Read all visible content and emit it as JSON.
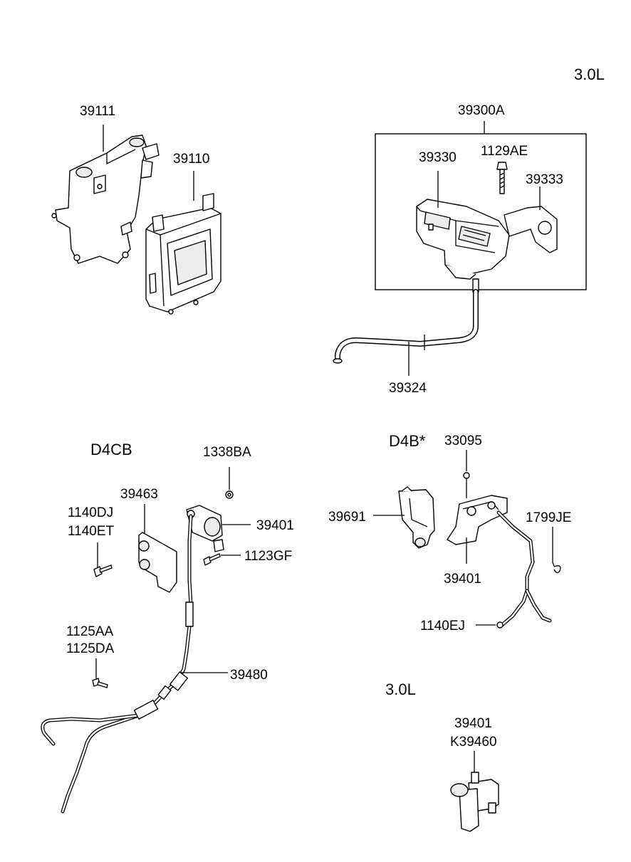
{
  "variants": {
    "top_right": "3.0L",
    "d4cb": "D4CB",
    "d4b": "D4B*",
    "bottom_right": "3.0L"
  },
  "labels": {
    "p39111": "39111",
    "p39110": "39110",
    "p39300A": "39300A",
    "p39330": "39330",
    "p1129AE": "1129AE",
    "p39333": "39333",
    "p39324": "39324",
    "p1338BA": "1338BA",
    "p39463": "39463",
    "p1140DJ": "1140DJ",
    "p1140ET": "1140ET",
    "p39401_d4cb": "39401",
    "p1123GF": "1123GF",
    "p1125AA": "1125AA",
    "p1125DA": "1125DA",
    "p39480": "39480",
    "p33095": "33095",
    "p39691": "39691",
    "p1799JE": "1799JE",
    "p39401_d4b": "39401",
    "p1140EJ": "1140EJ",
    "p39401_30l": "39401",
    "pK39460": "K39460"
  }
}
